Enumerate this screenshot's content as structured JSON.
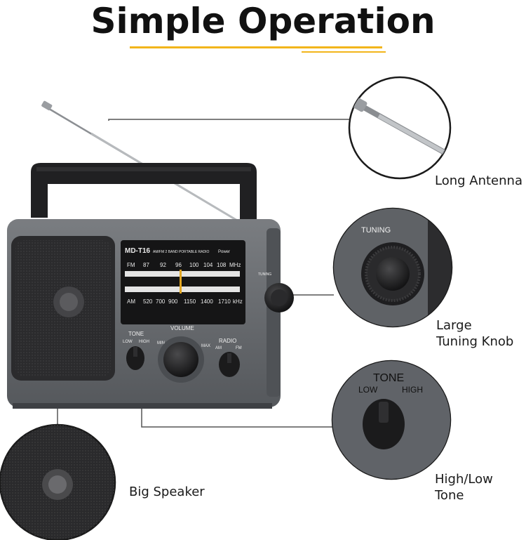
{
  "headline": "Simple Operation",
  "callouts": {
    "antenna": "Long Antenna",
    "tuning_line1": "Large",
    "tuning_line2": "Tuning Knob",
    "speaker": "Big Speaker",
    "tone_line1": "High/Low",
    "tone_line2": "Tone"
  },
  "radio": {
    "model": "MD-T16",
    "band_text": "AM/FM 2 BAND PORTABLE RADIO",
    "power_label": "Power",
    "fm_label": "FM",
    "fm_scale": [
      "87",
      "92",
      "96",
      "100",
      "104",
      "108"
    ],
    "fm_unit": "MHz",
    "am_label": "AM",
    "am_scale": [
      "520",
      "700",
      "900",
      "1150",
      "1400",
      "1710"
    ],
    "am_unit": "kHz",
    "tone_label": "TONE",
    "tone_low": "LOW",
    "tone_high": "HIGH",
    "volume_label": "VOLUME",
    "vol_min": "MIN",
    "vol_max": "MAX",
    "radio_label": "RADIO",
    "band_am": "AM",
    "band_fm": "FM",
    "tuning_side": "TUNING"
  },
  "zoom_tuning_label": "TUNING",
  "zoom_tone": {
    "label": "TONE",
    "low": "LOW",
    "high": "HIGH"
  },
  "colors": {
    "accent": "#f2b51b",
    "body": "#6f7276",
    "dark": "#2a2a2c"
  }
}
